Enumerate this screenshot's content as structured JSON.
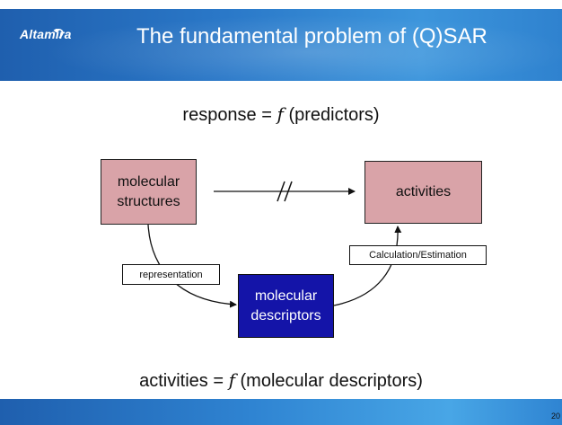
{
  "slide": {
    "logo_text": "Altamira",
    "title": "The fundamental  problem of (Q)SAR",
    "page_number": "20"
  },
  "equations": {
    "top": {
      "left": "response = ",
      "fn": "f",
      "right": " (predictors)"
    },
    "bottom": {
      "left": "activities = ",
      "fn": "f",
      "right": " (molecular descriptors)"
    }
  },
  "diagram": {
    "nodes": {
      "molecular_structures": {
        "line1": "molecular",
        "line2": "structures"
      },
      "activities": "activities",
      "molecular_descriptors": {
        "line1": "molecular",
        "line2": "descriptors"
      }
    },
    "edge_labels": {
      "representation": "representation",
      "calculation": "Calculation/Estimation"
    },
    "direct_link": "blocked (//)"
  },
  "colors": {
    "banner": "#2a78c8",
    "node_pink": "#d9a3a8",
    "node_blue": "#1414a8"
  }
}
